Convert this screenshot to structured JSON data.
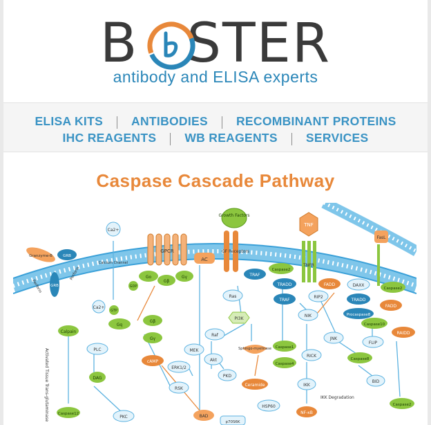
{
  "brand": {
    "wordmark": "BOSTER",
    "tagline": "antibody and ELISA experts",
    "colors": {
      "orange": "#e8883a",
      "blue": "#2a86b8",
      "dark": "#3a3a3a"
    }
  },
  "nav": {
    "row1": [
      "ELISA KITS",
      "ANTIBODIES",
      "RECOMBINANT PROTEINS"
    ],
    "row2": [
      "IHC REAGENTS",
      "WB REAGENTS",
      "SERVICES"
    ]
  },
  "page": {
    "title": "Caspase Cascade Pathway"
  },
  "diagram": {
    "labels": {
      "growth_factors": "Growth Factors",
      "tnf": "TNF",
      "ca_out": "Ca2+",
      "ca_in": "Ca2+",
      "gpcr": "GPCR",
      "ac": "AC",
      "gf_receptors": "GF Receptors",
      "tnfr": "TNFR",
      "fasl": "FasL",
      "granzyme_b": "Granzyme-B",
      "grb": "GRB",
      "perforin": "Perforin",
      "perforin2": "Perforin",
      "calcium_channel": "Calcium Channel",
      "go": "Go",
      "gb": "Gβ",
      "gy": "Gγ",
      "gdp": "GDP",
      "gtp": "GTP",
      "gq": "Gq",
      "gb2": "Gβ",
      "gy2": "Gγ",
      "calpain": "Calpain",
      "plc": "PLC",
      "dag": "DAG",
      "camp": "cAMP",
      "mek": "MEK",
      "erk": "ERK1/2",
      "rsk": "RSK",
      "raf": "Raf",
      "ras": "Ras",
      "pi3k": "PI3K",
      "akt": "Akt",
      "pkd": "PKD",
      "pkc": "PKC",
      "bad": "BAD",
      "p70s6k": "p70S6K",
      "traf": "TRAF",
      "caspase2": "Caspase2",
      "tradd": "TRADD",
      "traf2": "TRAF",
      "rip2": "RIP2",
      "fadd": "FADD",
      "daxx": "DAXX",
      "tradd2": "TRADD",
      "caspase2b": "Caspase2",
      "fadd2": "FADD",
      "procaspase8": "Procaspase8",
      "caspase10": "Caspase10",
      "nik": "NIK",
      "jnk": "JNK",
      "flip": "FLIP",
      "raidd": "RAIDD",
      "sphingomyelinase": "Sphingo-myelinase",
      "caspase1": "Caspase1",
      "caspase4": "Caspase4",
      "rick": "RICK",
      "caspase8": "Caspase8",
      "ceramide": "Ceramide",
      "ikk": "IKK",
      "bid": "BID",
      "ikk_degradation": "IKK Degradation",
      "hsp60": "HSP60",
      "nfkb": "NF-κB",
      "caspase2c": "Caspase2",
      "caspase12": "Caspase12",
      "activated_tissue": "Activated Tissue Trans-glutaminase"
    }
  }
}
